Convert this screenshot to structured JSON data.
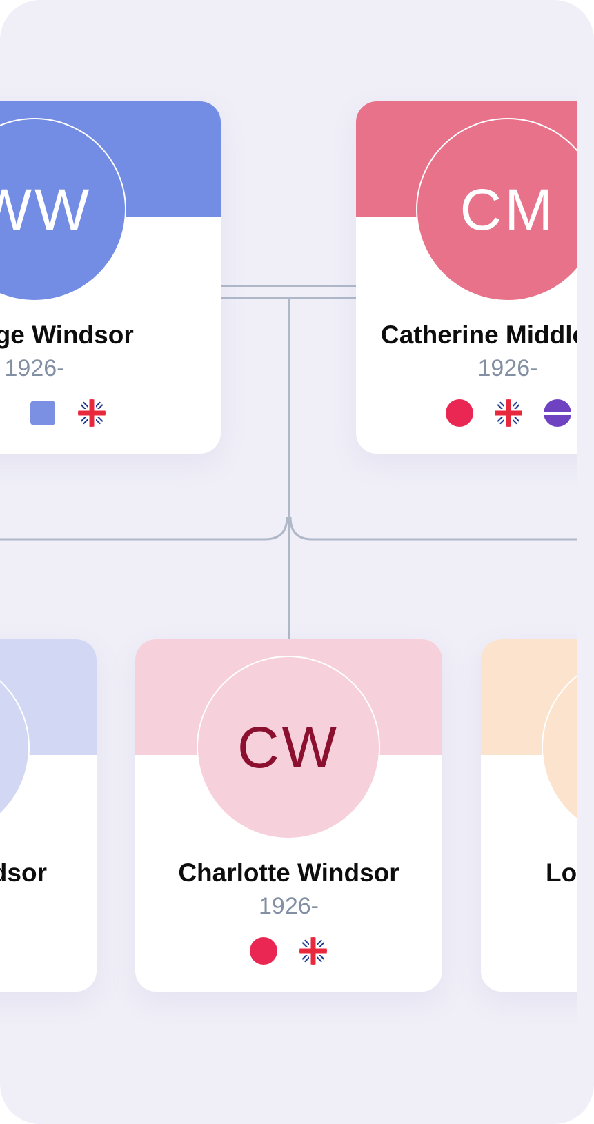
{
  "tree": {
    "parents": [
      {
        "initials": "WW",
        "name": "George Windsor",
        "years": "1926-",
        "band_color": "#728de3",
        "initials_color": "#ffffff",
        "markers": [
          "square-marker-icon",
          "uk-flag-icon"
        ]
      },
      {
        "initials": "CM",
        "name": "Catherine Middleton",
        "years": "1926-",
        "band_color": "#e8728a",
        "initials_color": "#ffffff",
        "markers": [
          "circle-marker-icon",
          "uk-flag-icon",
          "half-circle-marker-icon"
        ]
      }
    ],
    "children": [
      {
        "initials": "",
        "name": "Windsor",
        "years": "",
        "band_color": "#d2d8f4"
      },
      {
        "initials": "CW",
        "name": "Charlotte Windsor",
        "years": "1926-",
        "band_color": "#f6d0da",
        "initials_color": "#8b0f2e",
        "markers": [
          "circle-marker-icon",
          "uk-flag-icon"
        ]
      },
      {
        "initials": "",
        "name": "Lo",
        "years": "",
        "band_color": "#fbe3cd"
      }
    ],
    "colors": {
      "background": "#f0eff8",
      "connector": "#aeb8c7",
      "name_text": "#0d0d0d",
      "years_text": "#8390a3",
      "marker_red": "#ea2752",
      "marker_blue": "#7b90e3",
      "marker_purple": "#6f42c1"
    }
  }
}
